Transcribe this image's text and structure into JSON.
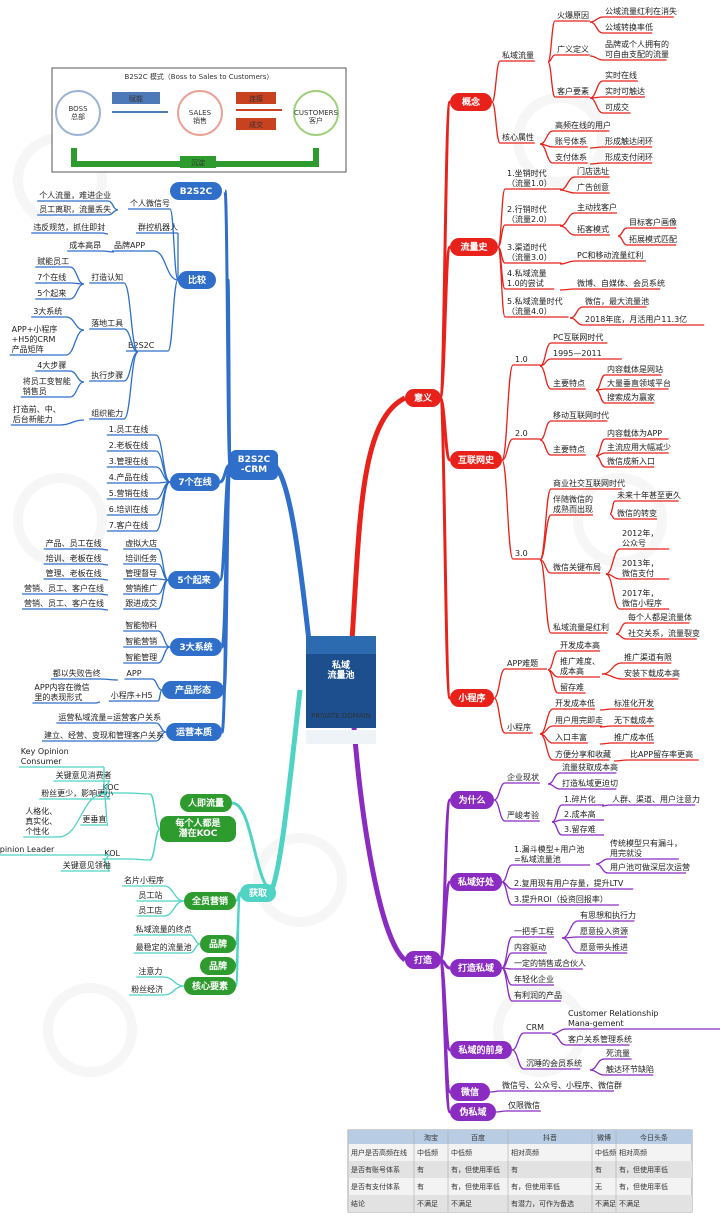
{
  "center": {
    "cover_title": "私域\n流量池",
    "cover_sub": "PRIVATE DOMAIN"
  },
  "model": {
    "title": "B2S2C 模式（Boss to Sales to Customers）",
    "boss": "BOSS\n总部",
    "sales": "SALES\n销售",
    "customers": "CUSTOMERS\n客户",
    "arrow1": "赋能",
    "arrow2": "连接",
    "arrow3": "成交",
    "bottom": "沉淀"
  },
  "branches": {
    "yiyi": "意义",
    "dazao": "打造",
    "huoqu": "获取",
    "crm": "B2S2C\n-CRM"
  },
  "yiyi": {
    "gainian": {
      "label": "概念",
      "siyu": "私域流量",
      "huobao": "火爆原因",
      "huobao_items": [
        "公域流量红利在消失",
        "公域转换率低"
      ],
      "guangyi": "广义定义",
      "guangyi_item": "品牌或个人拥有的\n可自由支配的流量",
      "kehu": "客户要素",
      "kehu_items": [
        "实时在线",
        "实时可触达",
        "可成交"
      ],
      "hexin": "核心属性",
      "hexin_items": [
        "高频在线的用户",
        "账号体系",
        "支付体系"
      ],
      "hexin_sub": [
        "形成触达闭环",
        "形成支付闭环"
      ]
    },
    "liuliang": {
      "label": "流量史",
      "eras": [
        {
          "name": "1.坐销时代\n（流量1.0）",
          "items": [
            "门店选址",
            "广告创意"
          ]
        },
        {
          "name": "2.行销时代\n（流量2.0）",
          "items": [
            "主动找客户",
            "拓客模式"
          ],
          "sub": [
            "目标客户画像",
            "拓展模式匹配"
          ]
        },
        {
          "name": "3.渠道时代\n（流量3.0）",
          "items": [
            "PC和移动流量红利"
          ]
        },
        {
          "name": "4.私域流量\n1.0的尝试",
          "items": [
            "微博、自媒体、会员系统"
          ]
        },
        {
          "name": "5.私域流量时代\n（流量4.0）",
          "items": [
            "微信，最大流量池",
            "2018年底，月活用户11.3亿"
          ]
        }
      ]
    },
    "hulian": {
      "label": "互联网史",
      "v1": "1.0",
      "v1_items": [
        "PC互联网时代",
        "1995—2011",
        "主要特点"
      ],
      "v1_feat": [
        "内容载体是网站",
        "大量垂直领域平台",
        "搜索成为赢家"
      ],
      "v2": "2.0",
      "v2_items": [
        "移动互联网时代",
        "主要特点"
      ],
      "v2_feat": [
        "内容载体为APP",
        "主流应用大幅减少",
        "微信成新入口"
      ],
      "v3": "3.0",
      "v3_items": [
        "商业社交互联网时代",
        "伴随微信的\n成熟而出现",
        "微信关键布局",
        "私域流量是红利"
      ],
      "v3_sub1": [
        "未来十年甚至更久",
        "微信的转变"
      ],
      "v3_sub2": [
        "2012年，\n公众号",
        "2013年，\n微信支付",
        "2017年，\n微信小程序"
      ],
      "v3_sub3": [
        "每个人都是流量体",
        "社交关系，流量裂变"
      ]
    },
    "xiaochengxu": {
      "label": "小程序",
      "app": "APP难题",
      "app_items": [
        "开发成本高",
        "推广难度、\n成本高",
        "留存难"
      ],
      "app_sub": [
        "推广渠道有限",
        "安装下载成本高"
      ],
      "mini": "小程序",
      "mini_items": [
        "开发成本低",
        "用户用完即走",
        "入口丰富",
        "方便分享和收藏"
      ],
      "mini_sub": [
        "标准化开发",
        "无下载成本",
        "推广成本低",
        "比APP留存率更高"
      ]
    }
  },
  "dazao": {
    "weishenme": {
      "label": "为什么",
      "items": [
        "企业现状",
        "严峻考验"
      ],
      "xianzhuang": [
        "流量获取成本高",
        "打造私域更迫切"
      ],
      "kaoyan": [
        "1.碎片化",
        "2.成本高",
        "3.留存难"
      ],
      "kaoyan_sub": "人群、渠道、用户注意力"
    },
    "haochu": {
      "label": "私域好处",
      "items": [
        "1.漏斗模型+用户池\n=私域流量池",
        "2.复用现有用户存量，提升LTV",
        "3.提升ROI（投资回报率）"
      ],
      "sub": [
        "传统模型只有漏斗，\n用完就没",
        "用户池可做深层次运营"
      ]
    },
    "dazaosi": {
      "label": "打造私域",
      "items": [
        "一把手工程",
        "内容驱动",
        "一定的销售或合伙人",
        "年轻化企业",
        "有利润的产品"
      ],
      "sub": [
        "有思想和执行力",
        "愿意投入资源",
        "愿意带头推进"
      ]
    },
    "qianshen": {
      "label": "私域的前身",
      "crm": "CRM",
      "crm_items": [
        "Customer Relationship\nMana-gement",
        "客户关系管理系统"
      ],
      "chenshui": "沉睡的会员系统",
      "chenshui_items": [
        "死流量",
        "触达环节缺陷"
      ]
    },
    "weixin": {
      "label": "微信",
      "item": "微信号、公众号、小程序、微信群"
    },
    "wei": {
      "label": "伪私域",
      "item": "仅限微信"
    }
  },
  "table": {
    "headers": [
      "",
      "淘宝",
      "百度",
      "抖音",
      "微博",
      "今日头条"
    ],
    "rows": [
      [
        "用户是否高频在线",
        "中低频",
        "中低频",
        "相对高频",
        "中低频",
        "相对高频"
      ],
      [
        "是否有账号体系",
        "有",
        "有，但使用率低",
        "有",
        "有",
        "有，但使用率低"
      ],
      [
        "是否有支付体系",
        "有",
        "有，但使用率低",
        "有，但使用率低",
        "无",
        "有，但使用率低"
      ],
      [
        "结论",
        "不满足",
        "不满足",
        "有潜力，可作为备选",
        "不满足",
        "不满足"
      ]
    ]
  },
  "huoqu": {
    "renjiliuliang": "人即流量",
    "koc_label": "每个人都是\n潜在KOC",
    "koc": "KOC",
    "koc_items": [
      "Key Opinion\nConsumer",
      "关键意见消费者",
      "粉丝更少，影响更小",
      "人格化、\n真实化、\n个性化",
      "更垂直"
    ],
    "kol": "KOL",
    "kol_items": [
      "Key Opinion Leader",
      "关键意见领袖"
    ],
    "quanyuan": "全员营销",
    "quanyuan_items": [
      "名片小程序",
      "员工站",
      "员工店"
    ],
    "pinpai1": "品牌",
    "pinpai1_items": [
      "私域流量的终点",
      "最稳定的流量池"
    ],
    "pinpai2": "品牌",
    "hexin": "核心要素",
    "hexin_items": [
      "注意力",
      "粉丝经济"
    ]
  },
  "crm": {
    "b2s2c": "B2S2C",
    "bijiao": "比较",
    "bijiao_items": [
      "个人微信号",
      "群控机器人",
      "品牌APP"
    ],
    "wx_left": [
      "个人流量，难进企业",
      "员工离职，流量丢失"
    ],
    "qk_left": "违反规范，抓住即封",
    "app_left": "成本高昂",
    "b2s2c_sub": "B2S2C",
    "b2_items": [
      "打造认知",
      "落地工具",
      "执行步骤",
      "组织能力"
    ],
    "renzhi": [
      "赋能员工",
      "7个在线",
      "5个起来"
    ],
    "gongju": [
      "3大系统",
      "APP+小程序\n+H5的CRM\n产品矩阵"
    ],
    "buzhou": [
      "4大步骤",
      "将员工变智能\n销售员"
    ],
    "nengli": "打造前、中、\n后台新能力",
    "qige": "7个在线",
    "qige_items": [
      "1.员工在线",
      "2.老板在线",
      "3.管理在线",
      "4.产品在线",
      "5.营销在线",
      "6.培训在线",
      "7.客户在线"
    ],
    "wuge": "5个起来",
    "wuge_items": [
      "虚拟大店",
      "培训任务",
      "管理督导",
      "营销推广",
      "跟进成交"
    ],
    "wuge_left": [
      "产品、员工在线",
      "培训、老板在线",
      "管理、老板在线",
      "营销、员工、客户在线",
      "营销、员工、客户在线"
    ],
    "sanda": "3大系统",
    "sanda_items": [
      "智能物料",
      "智能营销",
      "智能管理"
    ],
    "xingtai": "产品形态",
    "xingtai_items": [
      "APP",
      "小程序+H5"
    ],
    "xingtai_left": [
      "都以失败告终",
      "APP内容在微信\n里的表现形式"
    ],
    "yunying": "运营本质",
    "yunying_items": [
      "运营私域流量=运营客户关系",
      "建立、经营、变现和管理客户关系"
    ]
  },
  "colors": {
    "red": "#e8221b",
    "blue": "#2f6fc9",
    "purple": "#8a2bc2",
    "teal": "#4fd3c4",
    "green": "#2e9b2e"
  }
}
